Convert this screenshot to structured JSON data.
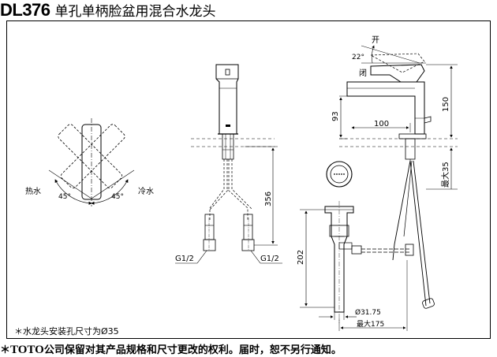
{
  "header": {
    "model": "DL376",
    "title": "单孔单柄脸盆用混合水龙头"
  },
  "handle_view": {
    "hot_label": "热水",
    "cold_label": "冷水",
    "angle_left": "45°",
    "angle_right": "45°"
  },
  "front_view": {
    "supply_dimension": "356",
    "thread_left": "G1/2",
    "thread_right": "G1/2"
  },
  "side_view": {
    "open_label": "开",
    "closed_label": "闭",
    "handle_angle": "22°",
    "height_150": "150",
    "height_93": "93",
    "reach_100": "100",
    "max_35": "最大35"
  },
  "drain_view": {
    "height_202": "202",
    "diameter": "Ø31.75",
    "max_175": "最大175"
  },
  "notes": {
    "install_hole": "＊水龙头安装孔尺寸为Ø35"
  },
  "footer": {
    "asterisk": "＊",
    "brand": "TOTO",
    "disclaimer": "公司保留对其产品规格和尺寸更改的权利。届时，恕不另行通知。"
  }
}
